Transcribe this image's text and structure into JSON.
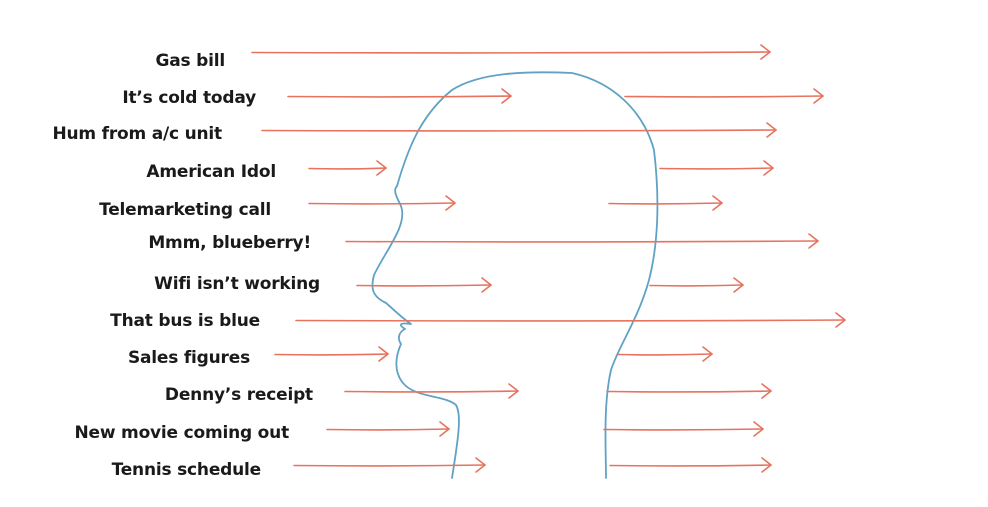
{
  "colors": {
    "arrow": "#e7735f",
    "outline": "#5fa2c4",
    "text": "#1a1a1a",
    "background": "#ffffff"
  },
  "diagram": {
    "shape": "head-profile-outline",
    "items": [
      {
        "label": "Gas bill",
        "passes_through": true
      },
      {
        "label": "It’s cold today",
        "passes_through": false
      },
      {
        "label": "Hum from a/c unit",
        "passes_through": true
      },
      {
        "label": "American Idol",
        "passes_through": false
      },
      {
        "label": "Telemarketing call",
        "passes_through": false
      },
      {
        "label": "Mmm, blueberry!",
        "passes_through": true
      },
      {
        "label": "Wifi isn’t working",
        "passes_through": false
      },
      {
        "label": "That bus is blue",
        "passes_through": true
      },
      {
        "label": "Sales figures",
        "passes_through": false
      },
      {
        "label": "Denny’s receipt",
        "passes_through": false
      },
      {
        "label": "New movie coming out",
        "passes_through": false
      },
      {
        "label": "Tennis schedule",
        "passes_through": false
      }
    ]
  }
}
